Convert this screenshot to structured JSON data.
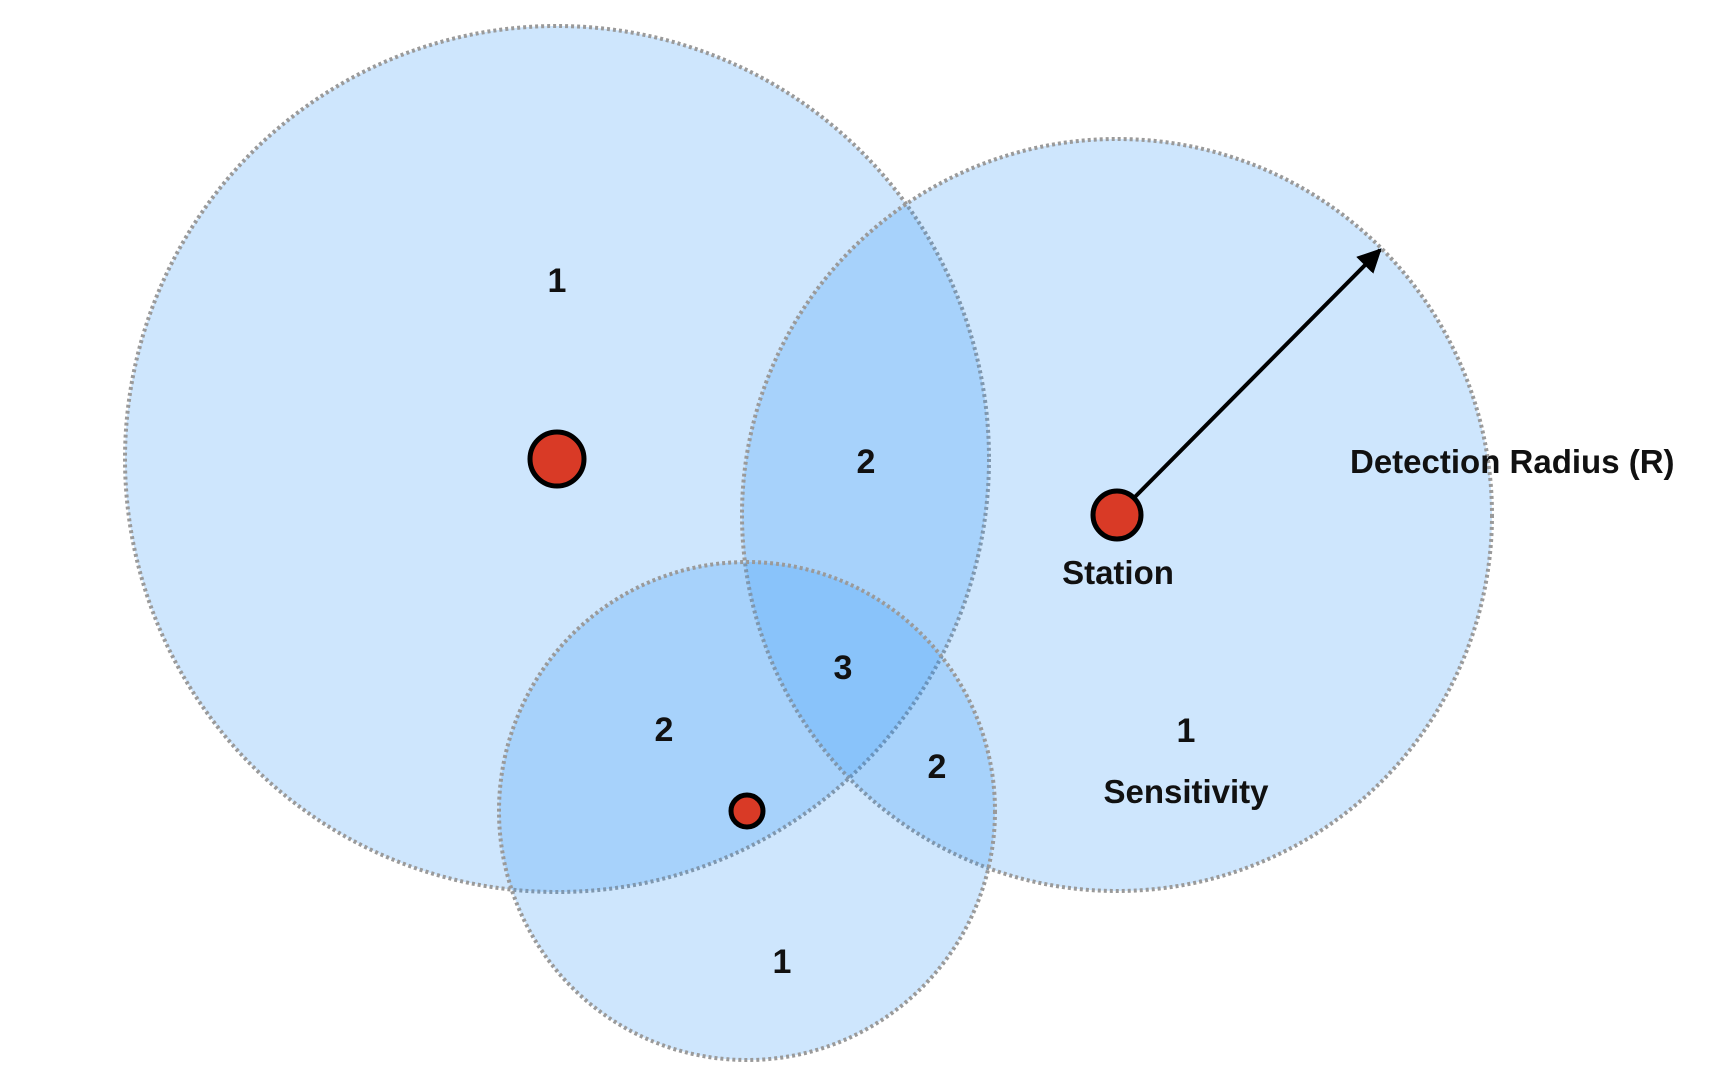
{
  "colors": {
    "zone_fill": "#1e8cf5",
    "zone_stroke": "#9a9a9a",
    "station_fill": "#d93a26",
    "station_stroke": "#000000",
    "text": "#111111",
    "arrow": "#000000"
  },
  "icons": {
    "station": "station-marker-icon",
    "radius": "radius-arrow-icon"
  },
  "region_counts": {
    "large_circle_only": "1",
    "large_right_overlap": "2",
    "triple_overlap": "3",
    "large_bottom_overlap": "2",
    "right_bottom_overlap": "2",
    "right_circle_only": "1",
    "bottom_circle_only": "1"
  },
  "labels": {
    "station": "Station",
    "detection_radius": "Detection Radius (R)",
    "sensitivity": "Sensitivity"
  }
}
